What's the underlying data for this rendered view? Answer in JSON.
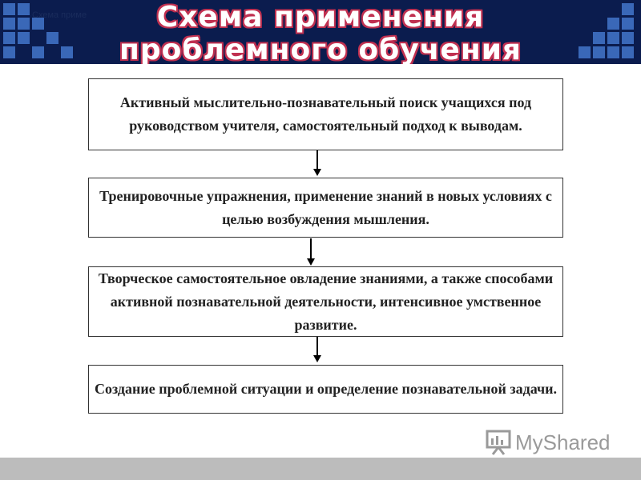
{
  "header": {
    "caption": "Схема приме",
    "title_line1": "Схема применения",
    "title_line2": "проблемного обучения"
  },
  "flow": [
    "Активный мыслительно-познавательный поиск учащихся под руководством учителя, самостоятельный подход к выводам.",
    "Тренировочные упражнения, применение знаний в новых условиях с целью возбуждения мышления.",
    "Творческое самостоятельное овладение знаниями, а также способами активной познавательной деятельности, интенсивное умственное развитие.",
    "Создание проблемной ситуации и определение познавательной задачи."
  ],
  "watermark": {
    "text": "MyShared",
    "icon": "presentation-board-icon"
  },
  "colors": {
    "banner": "#0b1c4e",
    "squares": "#3a68b8",
    "title_outline": "#c03050",
    "bottom_bar": "#bcbcbc"
  }
}
